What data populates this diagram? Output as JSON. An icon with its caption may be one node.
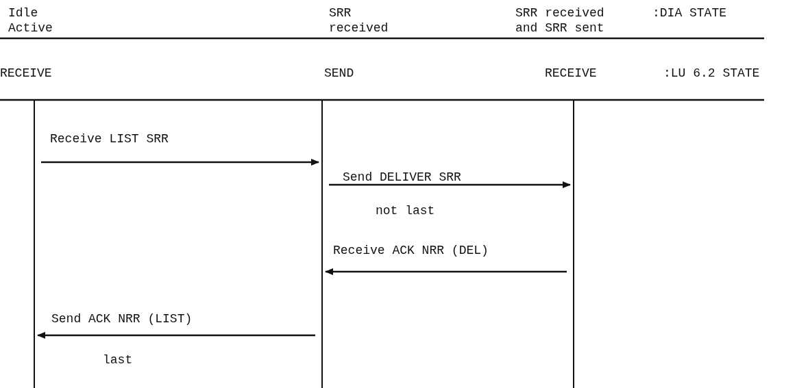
{
  "diagram": {
    "nodes": [
      {
        "text": [],
        "shape": "bar"
      },
      {
        "text": [],
        "shape": "bar"
      },
      {
        "text": [],
        "shape": "bar"
      }
    ],
    "edges": [
      {
        "from": 0,
        "to": 1,
        "arrow": "to",
        "label": "Receive LIST SRR"
      },
      {
        "from": 1,
        "to": 2,
        "arrow": "to",
        "label": "Send DELIVER SRR"
      },
      {
        "from": 2,
        "to": 1,
        "arrow": "to",
        "label": "Receive ACK NRR (DEL)"
      },
      {
        "from": 1,
        "to": 0,
        "arrow": "to",
        "label": "Send ACK NRR (LIST)"
      }
    ],
    "labels": [
      "Idle Active",
      "SRR received",
      "SRR received and SRR sent",
      ":DIA STATE",
      "RECEIVE",
      "SEND",
      "RECEIVE",
      ":LU 6.2 STATE",
      "not last",
      "last"
    ]
  }
}
